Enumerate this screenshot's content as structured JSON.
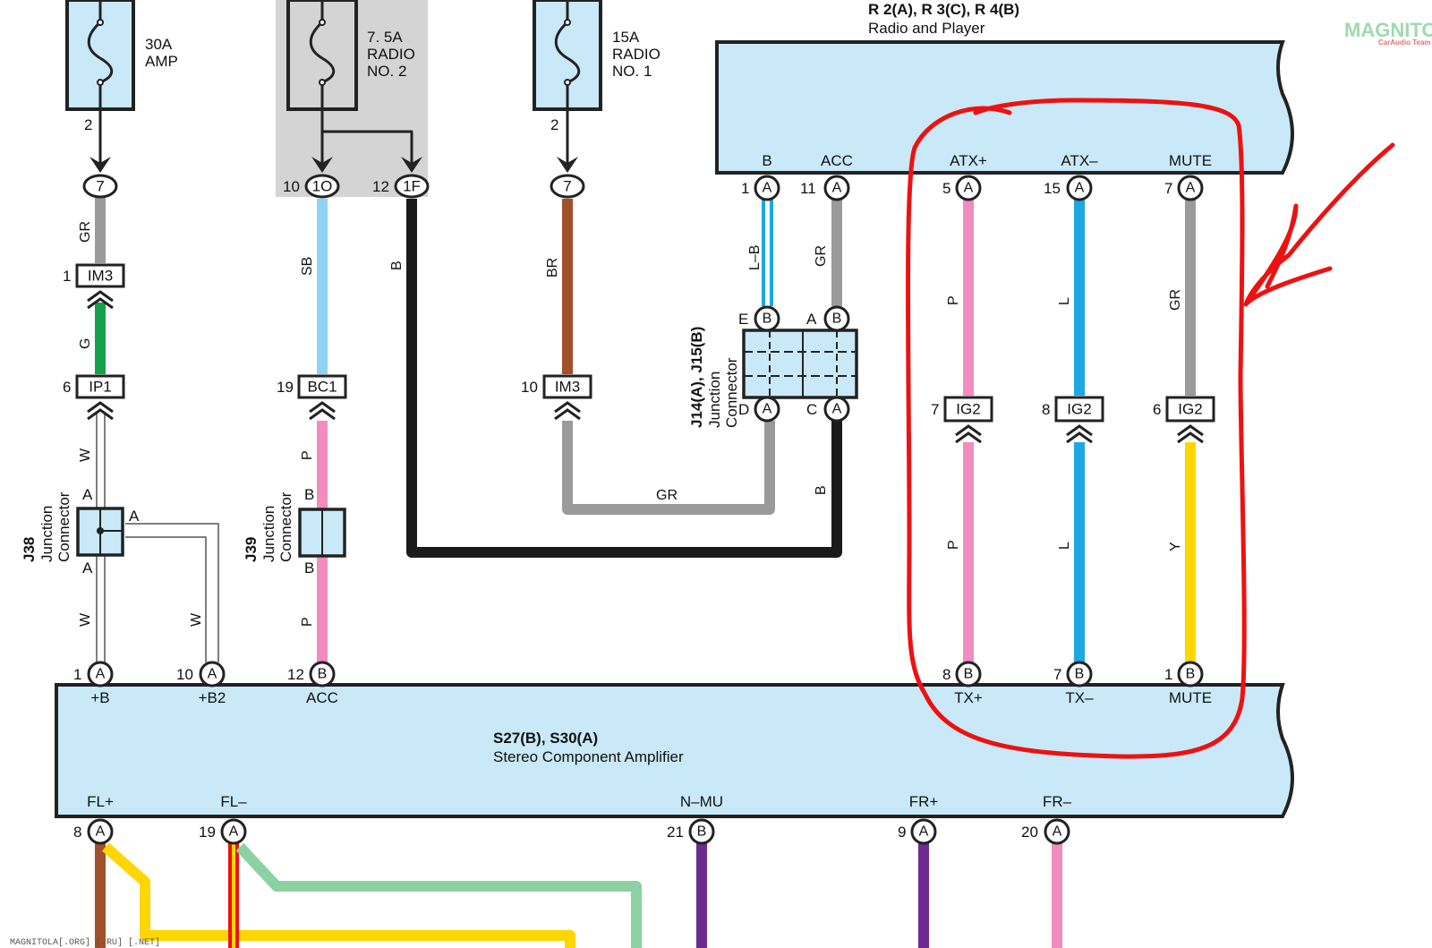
{
  "fuses": {
    "amp": {
      "line1": "30A",
      "line2": "AMP",
      "pin": "2"
    },
    "radio2": {
      "line1": "7. 5A",
      "line2": "RADIO",
      "line3": "NO. 2"
    },
    "radio1": {
      "line1": "15A",
      "line2": "RADIO",
      "line3": "NO. 1",
      "pin": "2"
    }
  },
  "radio_unit": {
    "title": "R 2(A), R 3(C), R 4(B)",
    "subtitle": "Radio and Player",
    "terminals": [
      {
        "name": "B",
        "num": "1",
        "conn": "A"
      },
      {
        "name": "ACC",
        "num": "11",
        "conn": "A"
      },
      {
        "name": "ATX+",
        "num": "5",
        "conn": "A"
      },
      {
        "name": "ATX–",
        "num": "15",
        "conn": "A"
      },
      {
        "name": "MUTE",
        "num": "7",
        "conn": "A"
      }
    ]
  },
  "amplifier": {
    "title": "S27(B), S30(A)",
    "subtitle": "Stereo Component Amplifier",
    "top_terminals": [
      {
        "name": "+B",
        "num": "1",
        "conn": "A"
      },
      {
        "name": "+B2",
        "num": "10",
        "conn": "A"
      },
      {
        "name": "ACC",
        "num": "12",
        "conn": "B"
      },
      {
        "name": "TX+",
        "num": "8",
        "conn": "B"
      },
      {
        "name": "TX–",
        "num": "7",
        "conn": "B"
      },
      {
        "name": "MUTE",
        "num": "1",
        "conn": "B"
      }
    ],
    "bottom_terminals": [
      {
        "name": "FL+",
        "num": "8",
        "conn": "A"
      },
      {
        "name": "FL–",
        "num": "19",
        "conn": "A"
      },
      {
        "name": "N–MU",
        "num": "21",
        "conn": "B"
      },
      {
        "name": "FR+",
        "num": "9",
        "conn": "A"
      },
      {
        "name": "FR–",
        "num": "20",
        "conn": "A"
      }
    ]
  },
  "ovals": {
    "amp": "7",
    "r2_left_num": "10",
    "r2_left": "1O",
    "r2_right_num": "12",
    "r2_right": "1F",
    "radio1": "7"
  },
  "connectors": {
    "im3_amp": {
      "num": "1",
      "label": "IM3"
    },
    "ip1": {
      "num": "6",
      "label": "IP1"
    },
    "bc1": {
      "num": "19",
      "label": "BC1"
    },
    "im3_radio": {
      "num": "10",
      "label": "IM3"
    },
    "ig2_tx_plus": {
      "num": "7",
      "label": "IG2"
    },
    "ig2_tx_minus": {
      "num": "8",
      "label": "IG2"
    },
    "ig2_mute": {
      "num": "6",
      "label": "IG2"
    }
  },
  "junctions": {
    "j38": {
      "id": "J38",
      "name_line1": "Junction",
      "name_line2": "Connector",
      "pin_top": "A",
      "pin_right": "A",
      "pin_bottom": "A"
    },
    "j39": {
      "id": "J39",
      "name_line1": "Junction",
      "name_line2": "Connector",
      "pin_top": "B",
      "pin_bottom": "B"
    },
    "j14": {
      "id": "J14(A), J15(B)",
      "name_line1": "Junction",
      "name_line2": "Connector",
      "pin_e": "E",
      "pin_e_conn": "B",
      "pin_a": "A",
      "pin_a_conn": "B",
      "pin_d": "D",
      "pin_d_conn": "A",
      "pin_c": "C",
      "pin_c_conn": "A"
    }
  },
  "wire_colors_labels": {
    "gr1": "GR",
    "g": "G",
    "w1": "W",
    "w2": "W",
    "w3": "W",
    "sb": "SB",
    "p1": "P",
    "p2": "P",
    "b1": "B",
    "br": "BR",
    "gr2": "GR",
    "lb": "L–B",
    "gr3": "GR",
    "b2": "B",
    "p3": "P",
    "p4": "P",
    "l1": "L",
    "l2": "L",
    "gr4": "GR",
    "y": "Y"
  },
  "colors": {
    "pink": "#f08cbf",
    "blue": "#1ea7e1",
    "skyblue": "#8fd3f4",
    "gray": "#9a9a9a",
    "green": "#16a04a",
    "brown": "#a0502a",
    "black": "#1a1a1a",
    "yellow": "#ffd600",
    "purple": "#6d2b8f",
    "lightgreen": "#8cd1a1",
    "red": "#ee1111",
    "block": "#c9e9f8"
  },
  "watermark": "MAGNITOLA[.ORG] [.RU] [.NET]",
  "logo": {
    "main": "MAGNITOLA",
    "sub": "CarAudio Team"
  }
}
